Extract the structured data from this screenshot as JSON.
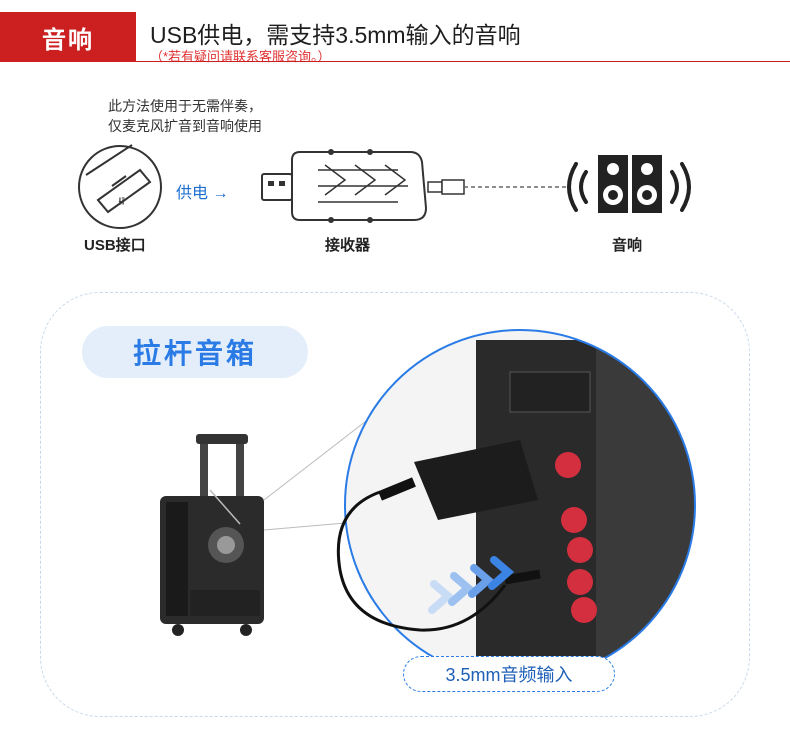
{
  "header": {
    "badge": "音响",
    "title": "USB供电，需支持3.5mm输入的音响",
    "note": "（*若有疑问请联系客服咨询。）"
  },
  "method": {
    "line1": "此方法使用于无需伴奏，",
    "line2": "仅麦克风扩音到音响使用"
  },
  "diagram": {
    "usb_port_label": "USB接口",
    "power_label": "供电 →",
    "receiver_label": "接收器",
    "speaker_label": "音响"
  },
  "panel": {
    "title": "拉杆音箱",
    "input_label": "3.5mm音频输入"
  },
  "colors": {
    "brand_red": "#cc1f1f",
    "accent_blue": "#2a7be6"
  }
}
